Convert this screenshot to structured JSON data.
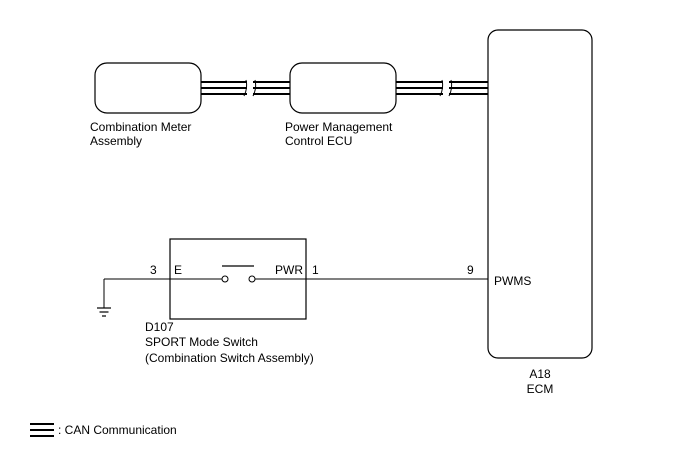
{
  "components": {
    "combination_meter": {
      "line1": "Combination Meter",
      "line2": "Assembly"
    },
    "power_management": {
      "line1": "Power Management",
      "line2": "Control ECU"
    },
    "ecm": {
      "connector": "A18",
      "name": "ECM",
      "pin_number": "9",
      "pin_name": "PWMS"
    },
    "sport_switch": {
      "connector": "D107",
      "name": "SPORT Mode Switch",
      "subname": "(Combination Switch Assembly)",
      "pin_left_number": "3",
      "pin_left_name": "E",
      "pin_right_name": "PWR",
      "pin_right_number": "1"
    }
  },
  "legend": {
    "text": ": CAN Communication"
  }
}
